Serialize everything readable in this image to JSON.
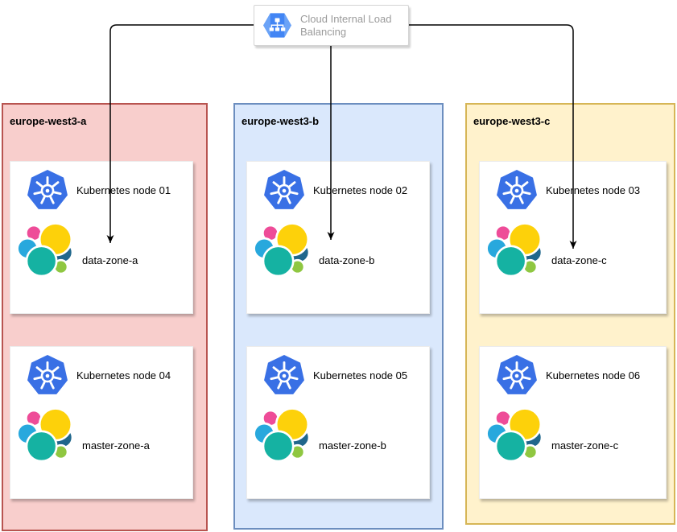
{
  "load_balancer": {
    "label": "Cloud Internal Load Balancing"
  },
  "zones": [
    {
      "name": "europe-west3-a",
      "bg_color": "#f8cecc",
      "border_color": "#b85450",
      "cards": [
        {
          "node_label": "Kubernetes node 01",
          "workload_label": "data-zone-a"
        },
        {
          "node_label": "Kubernetes node 04",
          "workload_label": "master-zone-a"
        }
      ]
    },
    {
      "name": "europe-west3-b",
      "bg_color": "#dae8fc",
      "border_color": "#6c8ebf",
      "cards": [
        {
          "node_label": "Kubernetes node 02",
          "workload_label": "data-zone-b"
        },
        {
          "node_label": "Kubernetes node 05",
          "workload_label": "master-zone-b"
        }
      ]
    },
    {
      "name": "europe-west3-c",
      "bg_color": "#fff2cc",
      "border_color": "#d6b656",
      "cards": [
        {
          "node_label": "Kubernetes node 03",
          "workload_label": "data-zone-c"
        },
        {
          "node_label": "Kubernetes node 06",
          "workload_label": "master-zone-c"
        }
      ]
    }
  ],
  "icons": {
    "load_balancer": "gcp-internal-load-balancing-icon",
    "node": "kubernetes-icon",
    "workload": "elasticsearch-cluster-icon"
  },
  "colors": {
    "kubernetes_blue": "#3970e5",
    "gcp_blue": "#4285f4",
    "elastic_yellow": "#fdd10a",
    "elastic_pink": "#ee4c98",
    "elastic_blue": "#28a8dd",
    "elastic_teal": "#15b2a2",
    "elastic_dark_blue": "#20678c",
    "elastic_green": "#8fc741",
    "connector": "#000000",
    "lb_text": "#9b9b9b"
  }
}
